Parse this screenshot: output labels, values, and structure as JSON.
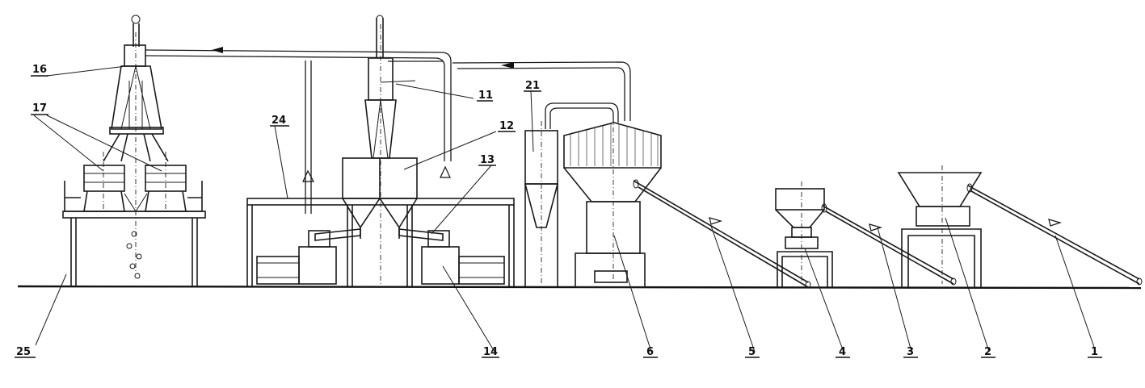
{
  "labels": {
    "l1": "1",
    "l2": "2",
    "l3": "3",
    "l4": "4",
    "l5": "5",
    "l6": "6",
    "l11": "11",
    "l12": "12",
    "l13": "13",
    "l14": "14",
    "l16": "16",
    "l17": "17",
    "l21": "21",
    "l24": "24",
    "l25": "25"
  }
}
